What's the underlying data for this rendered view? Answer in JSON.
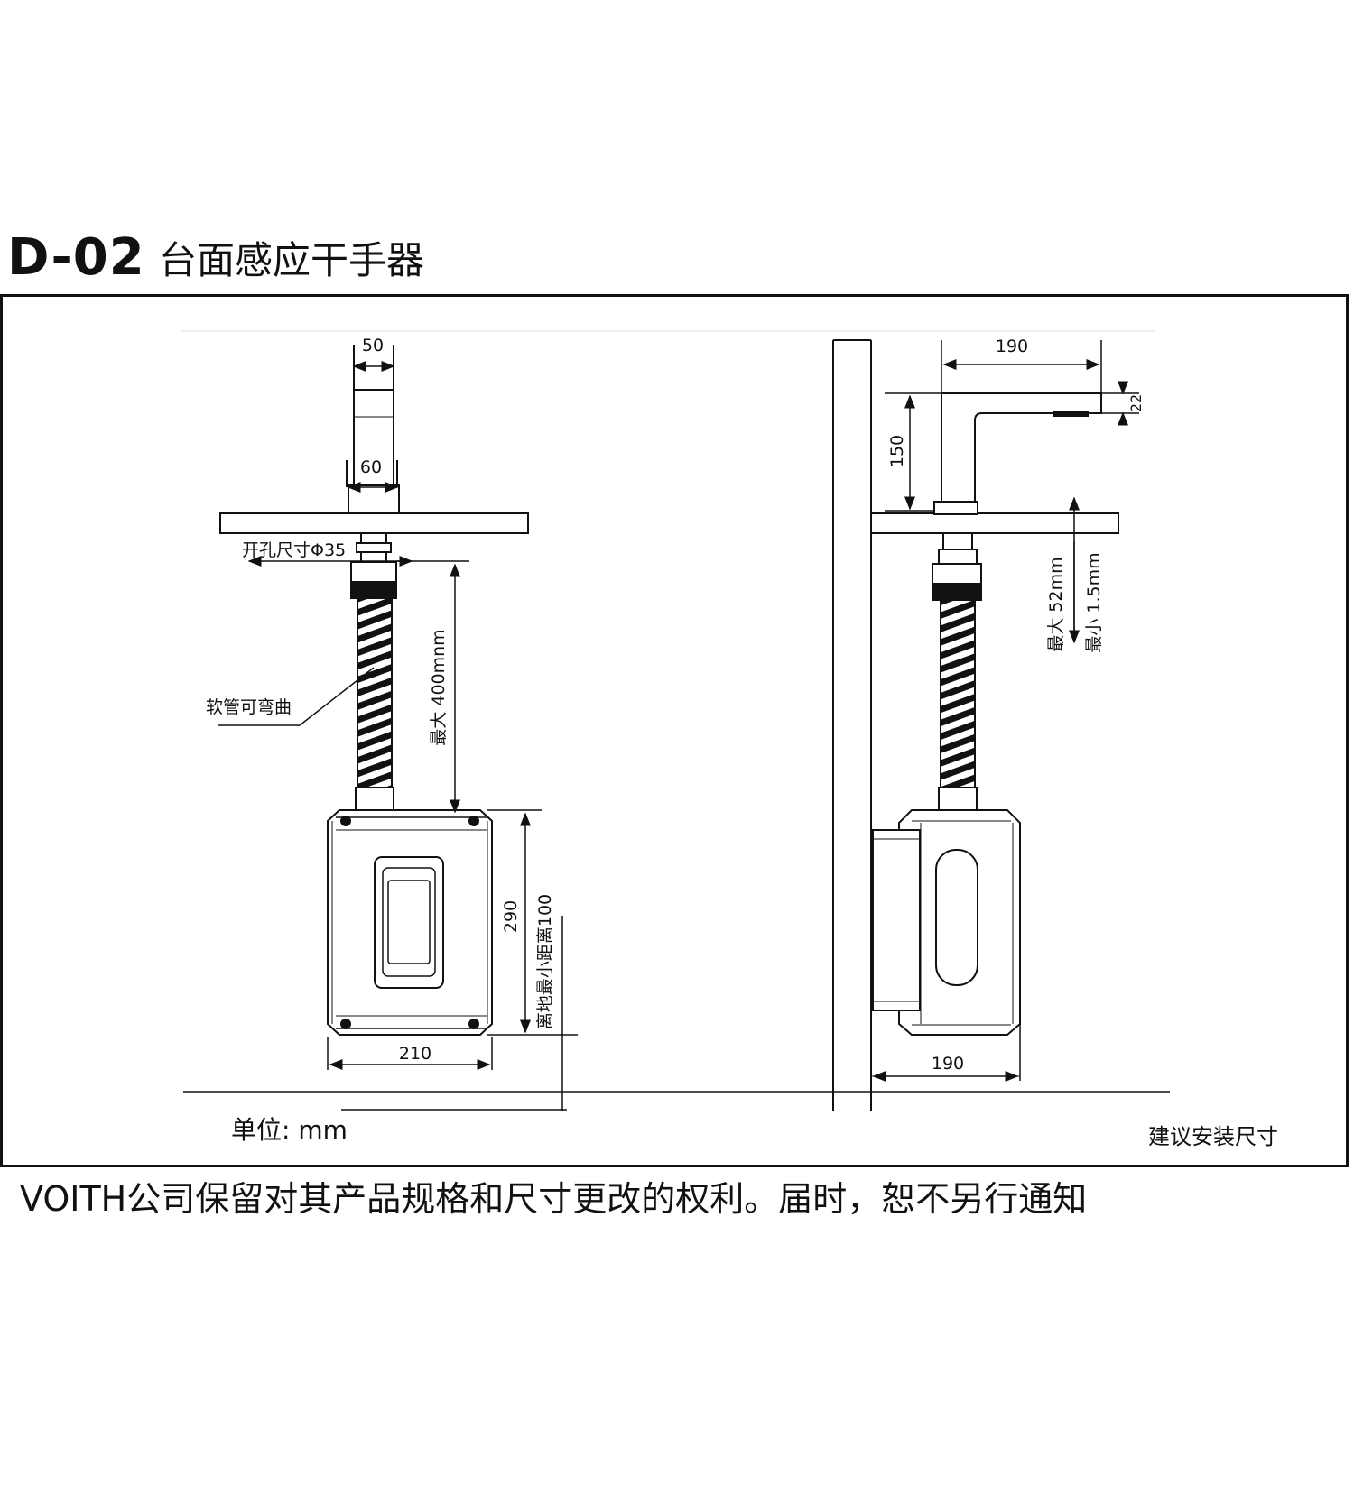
{
  "header": {
    "model_code": "D-02",
    "product_name": "台面感应干手器"
  },
  "front_view": {
    "dim_spout_width": "50",
    "dim_base_width": "60",
    "hole_size": "开孔尺寸Φ35",
    "hose_note": "软管可弯曲",
    "max_hose_length": "最大 400mnm",
    "dim_box_height": "290",
    "min_floor_distance": "离地最小距离100",
    "dim_box_width": "210"
  },
  "side_view": {
    "dim_reach": "190",
    "dim_spout_thickness": "22",
    "dim_spout_height": "150",
    "max_counter_thickness": "最大 52mm",
    "min_counter_thickness": "最小 1.5mm",
    "dim_box_depth": "190"
  },
  "unit_label": "单位: mm",
  "install_label": "建议安装尺寸",
  "footer_note": "VOITH公司保留对其产品规格和尺寸更改的权利。届时，恕不另行通知",
  "colors": {
    "line": "#111111",
    "box_fill": "#ffffff",
    "accent": "#111111"
  }
}
